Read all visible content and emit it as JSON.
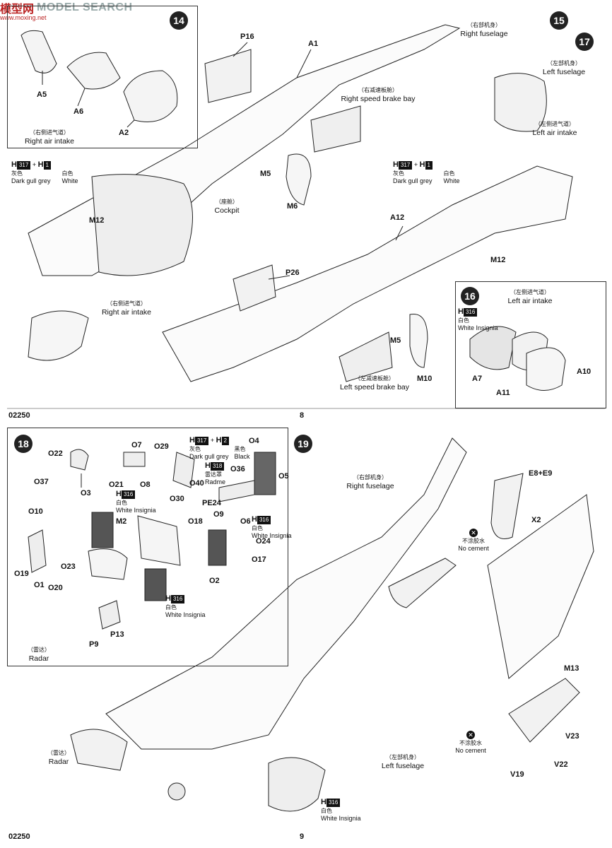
{
  "watermark": {
    "brand_cn": "模型网",
    "brand_en": "MODEL SEARCH",
    "url": "www.moxing.net"
  },
  "page8": {
    "catalog": "02250",
    "page_number": "8",
    "step14": {
      "number": "14",
      "parts": [
        "A5",
        "A6",
        "A2"
      ],
      "caption_zh": "（右侧进气道）",
      "caption_en": "Right air intake"
    },
    "step15": {
      "number": "15",
      "parts": [
        "P16",
        "A1",
        "M5",
        "M6",
        "M12"
      ],
      "labels": [
        {
          "zh": "（右部机身）",
          "en": "Right fuselage"
        },
        {
          "zh": "（右减速板舱）",
          "en": "Right speed brake bay"
        },
        {
          "zh": "（座舱）",
          "en": "Cockpit"
        },
        {
          "zh": "（右侧进气道）",
          "en": "Right air intake"
        }
      ],
      "paint": {
        "c1_code": "317",
        "c1_zh": "灰色",
        "c1_en": "Dark gull grey",
        "c2_code": "1",
        "c2_zh": "白色",
        "c2_en": "White"
      }
    },
    "step17": {
      "number": "17",
      "parts": [
        "A12",
        "P26",
        "M5",
        "M10",
        "M12"
      ],
      "labels": [
        {
          "zh": "（左部机身）",
          "en": "Left fuselage"
        },
        {
          "zh": "（左侧进气道）",
          "en": "Left air intake"
        },
        {
          "zh": "（左减速板舱）",
          "en": "Left speed brake bay"
        }
      ],
      "paint": {
        "c1_code": "317",
        "c1_zh": "灰色",
        "c1_en": "Dark gull grey",
        "c2_code": "1",
        "c2_zh": "白色",
        "c2_en": "White"
      }
    },
    "step16": {
      "number": "16",
      "parts": [
        "A7",
        "A11",
        "A10"
      ],
      "caption_zh": "（左侧进气道）",
      "caption_en": "Left air intake",
      "paint": {
        "code": "316",
        "zh": "白色",
        "en": "White Insignia"
      }
    }
  },
  "page9": {
    "catalog": "02250",
    "page_number": "9",
    "step18": {
      "number": "18",
      "parts": [
        "O22",
        "O3",
        "O37",
        "O7",
        "O21",
        "O8",
        "O29",
        "O30",
        "O40",
        "O4",
        "O36",
        "O5",
        "PE24",
        "O6",
        "M2",
        "O18",
        "O9",
        "O24",
        "O17",
        "O10",
        "O19",
        "O1",
        "O20",
        "O23",
        "O2",
        "P13",
        "P9"
      ],
      "caption_zh": "（雷达）",
      "caption_en": "Radar",
      "paints": [
        {
          "code": "316",
          "zh": "白色",
          "en": "White Insignia"
        },
        {
          "code": "317",
          "zh": "灰色",
          "en": "Dark gull grey"
        },
        {
          "code": "2",
          "zh": "黑色",
          "en": "Black"
        },
        {
          "code": "318",
          "zh": "雷达罩",
          "en": "Radme"
        },
        {
          "code": "316",
          "zh": "白色",
          "en": "White Insignia"
        },
        {
          "code": "316",
          "zh": "白色",
          "en": "White Insignia"
        }
      ]
    },
    "step19": {
      "number": "19",
      "parts": [
        "E8+E9",
        "X2",
        "M13",
        "V23",
        "V22",
        "V19"
      ],
      "labels": [
        {
          "zh": "（右部机身）",
          "en": "Right fuselage"
        },
        {
          "zh": "（左部机身）",
          "en": "Left fuselage"
        },
        {
          "zh": "（雷达）",
          "en": "Radar"
        }
      ],
      "no_cement": {
        "zh": "不涂胶水",
        "en": "No cement"
      },
      "paint": {
        "code": "316",
        "zh": "白色",
        "en": "White Insignia"
      }
    }
  }
}
